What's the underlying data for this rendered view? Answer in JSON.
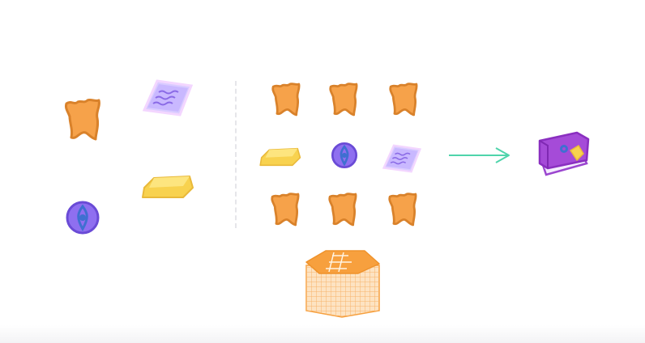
{
  "scene": {
    "description_free": true,
    "ingredients_available": [
      {
        "id": "leather-1",
        "icon": "leather-icon"
      },
      {
        "id": "paper-1",
        "icon": "paper-icon"
      },
      {
        "id": "ender-pearl-1",
        "icon": "ender-pearl-icon"
      },
      {
        "id": "gold-ingot-1",
        "icon": "gold-ingot-icon"
      }
    ],
    "crafting_grid": {
      "rows": [
        [
          "leather-icon",
          "leather-icon",
          "leather-icon"
        ],
        [
          "gold-ingot-icon",
          "ender-pearl-icon",
          "paper-icon"
        ],
        [
          "leather-icon",
          "leather-icon",
          "leather-icon"
        ]
      ]
    },
    "result": {
      "icon": "enchanted-book-icon"
    },
    "station": {
      "icon": "crafting-table-icon"
    }
  },
  "colors": {
    "leather_fill": "#f6a24a",
    "leather_stroke": "#d9822b",
    "paper_fill": "#c9b8ff",
    "paper_stroke": "#a88cf2",
    "gold_fill": "#f8d24f",
    "gold_stroke": "#e9b93a",
    "pearl_fill": "#8f6ff0",
    "pearl_ring": "#6a4bd6",
    "pearl_eye": "#3f6fd1",
    "arrow": "#4fd4ab",
    "book_cover": "#a54bd8",
    "book_pages": "#f4ecff",
    "table_top": "#f7a03e",
    "table_side": "#fbd3a3"
  }
}
